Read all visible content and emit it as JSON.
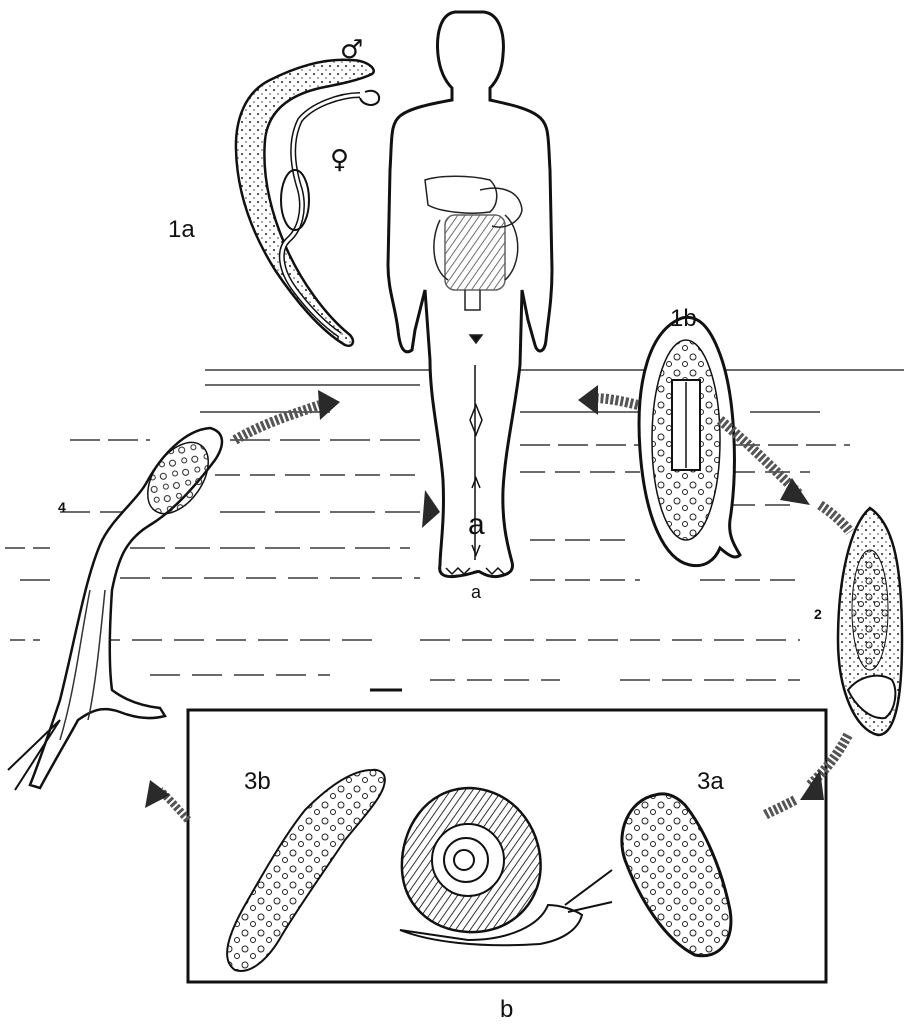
{
  "labels": {
    "l1a": "1a",
    "l1b": "1b",
    "l2": "2",
    "l3a": "3a",
    "l3b": "3b",
    "l4": "4",
    "a_large": "a",
    "a_small": "a",
    "b": "b"
  },
  "symbols": {
    "male": "♂",
    "female": "♀"
  },
  "icons": {
    "human": "human-silhouette-icon",
    "snail": "snail-icon",
    "worm_pair": "schistosome-pair-icon",
    "egg": "egg-icon",
    "miracidium": "miracidium-icon",
    "sporocyst": "sporocyst-icon",
    "cercaria": "cercaria-icon"
  },
  "colors": {
    "ink": "#111111",
    "water": "#6b6b6b",
    "arrow": "#2a2a2a"
  }
}
